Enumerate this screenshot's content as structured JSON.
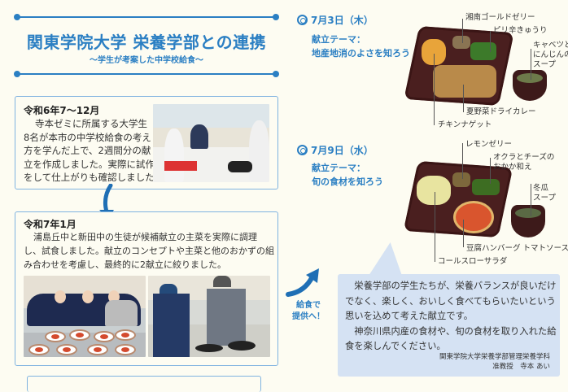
{
  "header": {
    "title": "関東学院大学 栄養学部との連携",
    "subtitle": "～学生が考案した中学校給食～"
  },
  "step1": {
    "date": "令和6年7～12月",
    "lines": [
      "寺本ゼミに所属する大学生",
      "8名が本市の中学校給食の考え",
      "方を学んだ上で、2週間分の献",
      "立を作成しました。実際に試作",
      "をして仕上がりも確認しました。"
    ]
  },
  "step2": {
    "date": "令和7年1月",
    "lines": [
      "浦島丘中と新田中の生徒が候補献立の主菜を実際に調理",
      "し、試食しました。献立のコンセプトや主菜と他のおかずの組",
      "み合わせを考慮し、最終的に2献立に絞りました。"
    ]
  },
  "menu1": {
    "date": "7月3日（木）",
    "theme_label": "献立テーマ：",
    "theme": "地産地消のよさを知ろう",
    "items": {
      "jelly": "湘南ゴールドゼリー",
      "cucumber": "ピリ辛きゅうり",
      "soup": [
        "キャベツと",
        "にんじんの",
        "スープ"
      ],
      "curry": "夏野菜ドライカレー",
      "nugget": "チキンナゲット"
    }
  },
  "menu2": {
    "date": "7月9日（水）",
    "theme_label": "献立テーマ：",
    "theme": "旬の食材を知ろう",
    "items": {
      "jelly": "レモンゼリー",
      "okra": [
        "オクラとチーズの",
        "おかか和え"
      ],
      "soup": [
        "冬瓜",
        "スープ"
      ],
      "hamburg": "豆腐ハンバーグ トマトソース",
      "salad": "コールスローサラダ"
    }
  },
  "serve": [
    "給食で",
    "提供へ！"
  ],
  "message": {
    "paragraphs": [
      "　栄養学部の学生たちが、栄養バランスが良いだけでなく、楽しく、おいしく食べてもらいたいという思いを込めて考えた献立です。",
      "　神奈川県内産の食材や、旬の食材を取り入れた給食を楽しんでください。"
    ],
    "affiliation": "関東学院大学栄養学部管理栄養学科",
    "author": "准教授　寺本 あい"
  },
  "colors": {
    "accent": "#2b7fc3",
    "bubble": "#d5e2f3",
    "background": "#fdfcf2"
  }
}
